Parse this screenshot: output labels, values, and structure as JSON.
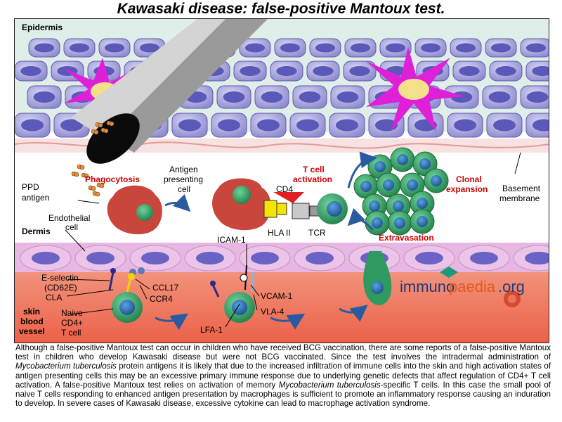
{
  "title": "Kawasaki disease: false-positive Mantoux test.",
  "labels": {
    "epidermis": "Epidermis",
    "dermis": "Dermis",
    "ppd_line1": "PPD",
    "ppd_line2": "antigen",
    "phagocytosis": "Phagocytosis",
    "apc_line1": "Antigen",
    "apc_line2": "presenting",
    "apc_line3": "cell",
    "tcell_act_line1": "T cell",
    "tcell_act_line2": "activation",
    "cd4": "CD4",
    "clonal_line1": "Clonal",
    "clonal_line2": "expansion",
    "basement_line1": "Basement",
    "basement_line2": "membrane",
    "endothelial_line1": "Endothelial",
    "endothelial_line2": "cell",
    "hla": "HLA II",
    "tcr": "TCR",
    "icam": "ICAM-1",
    "extravasation": "Extravasation",
    "eselectin_line1": "E-selectin",
    "eselectin_line2": "(CD62E)",
    "cla": "CLA",
    "ccl17": "CCL17",
    "ccr4": "CCR4",
    "vcam": "VCAM-1",
    "vla4": "VLA-4",
    "lfa1": "LFA-1",
    "naive_line1": "Naive",
    "naive_line2": "CD4+",
    "naive_line3": "T cell",
    "skin_line1": "skin",
    "skin_line2": "blood",
    "skin_line3": "vessel",
    "watermark_a": "immuno",
    "watermark_b": "paedia",
    "watermark_c": ".org"
  },
  "caption": {
    "p1": "Although a false-positive Mantoux test can occur in children who have received BCG vaccination, there are some reports of a false-positive Mantoux test in children who develop Kawasaki disease but were not BCG vaccinated. Since the test involves the intradermal administration of ",
    "i1": "Mycobacterium tuberculosis",
    "p2": " protein antigens it is likely that due to the increased infiltration of immune cells into the skin and high activation states of antigen presenting cells this may be an excessive primary immune response due to underlying genetic defects that affect regulation of CD4+ T cell activation. A false-positive Mantoux test relies on activation of memory ",
    "i2": "Mycobacterium tuberculosis",
    "p3": "-specific T cells. In this case the small pool of naive T cells responding to enhanced antigen presentation by macrophages is sufficient to promote an inflammatory response causing an induration to develop. In severe cases of Kawasaki disease, excessive cytokine can lead to macrophage activation syndrome."
  },
  "colors": {
    "epidermis_bg": "#dfeee9",
    "keratinocyte": "#a9a6dc",
    "nucleus": "#5a58b8",
    "dendritic": "#e01fd8",
    "vessel": "#f07a60",
    "endothelium": "#e7b6e2",
    "tcell": "#2f9a5f",
    "tcell_nucleus": "#2a6db0",
    "macrophage": "#c8463c",
    "arrow": "#2a5aa0",
    "label_red": "#cc0000"
  },
  "icons": {
    "needle": "needle-icon",
    "arrow": "curved-arrow-icon"
  }
}
